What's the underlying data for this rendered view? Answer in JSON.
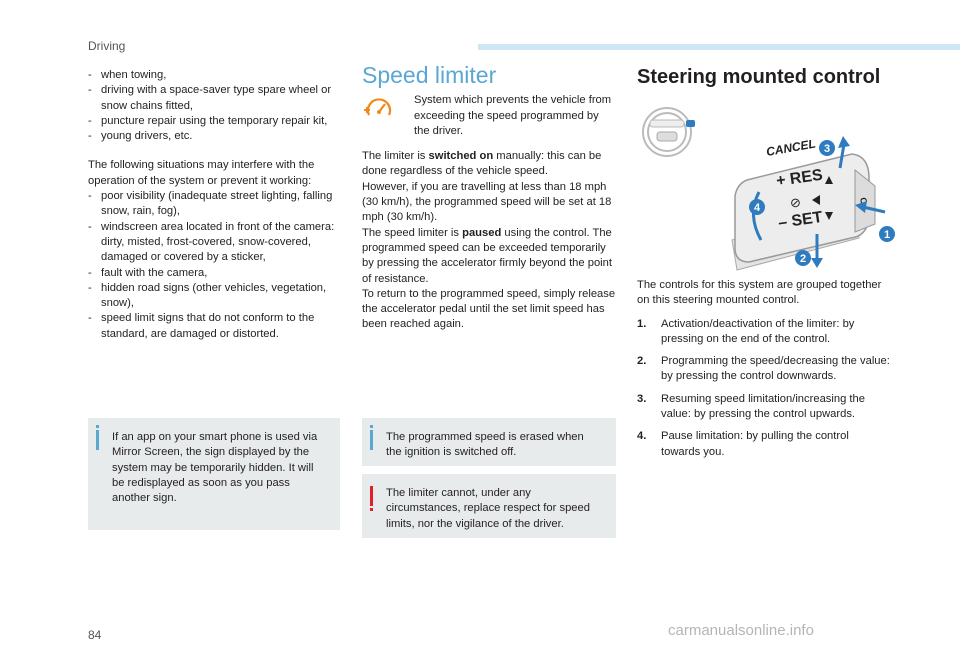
{
  "header": {
    "section": "Driving"
  },
  "col1": {
    "list1": [
      "when towing,",
      "driving with a space-saver type spare wheel or snow chains fitted,",
      "puncture repair using the temporary repair kit,",
      "young drivers, etc."
    ],
    "para": "The following situations may interfere with the operation of the system or prevent it working:",
    "list2": [
      "poor visibility (inadequate street lighting, falling snow, rain, fog),",
      "windscreen area located in front of the camera: dirty, misted, frost-covered, snow-covered, damaged or covered by a sticker,",
      "fault with the camera,",
      "hidden road signs (other vehicles, vegetation, snow),",
      "speed limit signs that do not conform to the standard, are damaged or distorted."
    ],
    "note": "If an app on your smart phone is used via Mirror Screen, the sign displayed by the system may be temporarily hidden. It will be redisplayed as soon as you pass another sign."
  },
  "col2": {
    "title": "Speed limiter",
    "intro": "System which prevents the vehicle from exceeding the speed programmed by the driver.",
    "p1_a": "The limiter is ",
    "p1_bold": "switched on",
    "p1_b": " manually: this can be done regardless of the vehicle speed.",
    "p2": "However, if you are travelling at less than 18 mph (30 km/h), the programmed speed will be set at 18 mph (30 km/h).",
    "p3_a": "The speed limiter is ",
    "p3_bold": "paused",
    "p3_b": " using the control. The programmed speed can be exceeded temporarily by pressing the accelerator firmly beyond the point of resistance.",
    "p4": "To return to the programmed speed, simply release the accelerator pedal until the set limit speed has been reached again.",
    "note_info": "The programmed speed is erased when the ignition is switched off.",
    "note_warn": "The limiter cannot, under any circumstances, replace respect for speed limits, nor the vigilance of the driver."
  },
  "col3": {
    "title": "Steering mounted control",
    "illustration": {
      "cancel": "CANCEL",
      "res": "+ RES",
      "set": "– SET",
      "o": "O",
      "callouts": [
        "1",
        "2",
        "3",
        "4"
      ]
    },
    "para": "The controls for this system are grouped together on this steering mounted control.",
    "items": [
      {
        "num": "1.",
        "text": "Activation/deactivation of the limiter: by pressing on the end of the control."
      },
      {
        "num": "2.",
        "text": "Programming the speed/decreasing the value: by pressing the control downwards."
      },
      {
        "num": "3.",
        "text": "Resuming speed limitation/increasing the value: by pressing the control upwards."
      },
      {
        "num": "4.",
        "text": "Pause limitation: by pulling the control towards you."
      }
    ]
  },
  "footer": {
    "page_number": "84",
    "watermark": "carmanualsonline.info"
  },
  "colors": {
    "accent": "#5aa8d2",
    "warn": "#e2202c",
    "note_bg": "#e8ebeb",
    "illus_blue": "#2f7bbf"
  }
}
